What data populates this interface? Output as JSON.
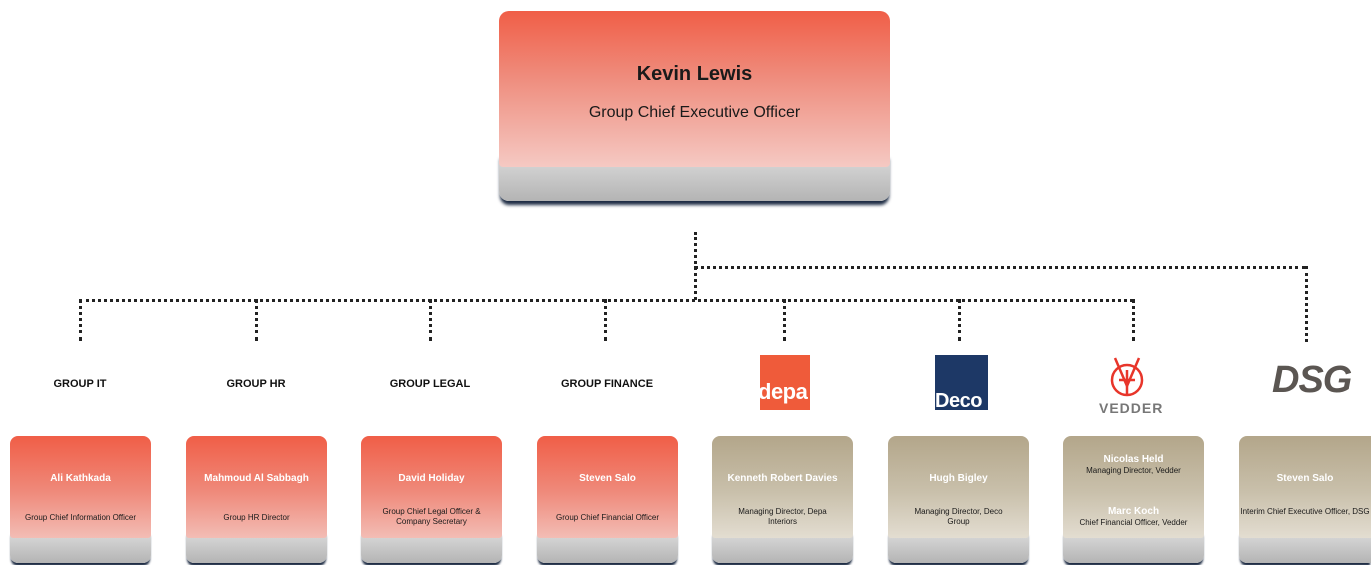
{
  "ceo": {
    "name": "Kevin Lewis",
    "title": "Group Chief Executive Officer"
  },
  "departments": [
    {
      "label": "GROUP IT",
      "name": "Ali Kathkada",
      "title": "Group Chief Information Officer"
    },
    {
      "label": "GROUP HR",
      "name": "Mahmoud Al Sabbagh",
      "title": "Group HR Director"
    },
    {
      "label": "GROUP LEGAL",
      "name": "David Holiday",
      "title": "Group Chief Legal Officer & Company Secretary"
    },
    {
      "label": "GROUP FINANCE",
      "name": "Steven Salo",
      "title": "Group Chief Financial Officer"
    }
  ],
  "subsidiaries": [
    {
      "logo_text": "depa",
      "name": "Kenneth Robert Davies",
      "title": "Managing Director, Depa Interiors"
    },
    {
      "logo_text": "Deco",
      "name": "Hugh Bigley",
      "title": "Managing Director, Deco Group"
    },
    {
      "logo_text": "VEDDER",
      "people": [
        {
          "name": "Nicolas Held",
          "title": "Managing Director, Vedder"
        },
        {
          "name": "Marc Koch",
          "title": "Chief Financial Officer, Vedder"
        }
      ]
    },
    {
      "logo_text": "DSG",
      "name": "Steven Salo",
      "title": "Interim Chief Executive Officer, DSG"
    }
  ],
  "colors": {
    "accent_red": "#f05e47",
    "accent_tan": "#b3a68a",
    "depa": "#ef5b3a",
    "deco": "#1d3866"
  }
}
